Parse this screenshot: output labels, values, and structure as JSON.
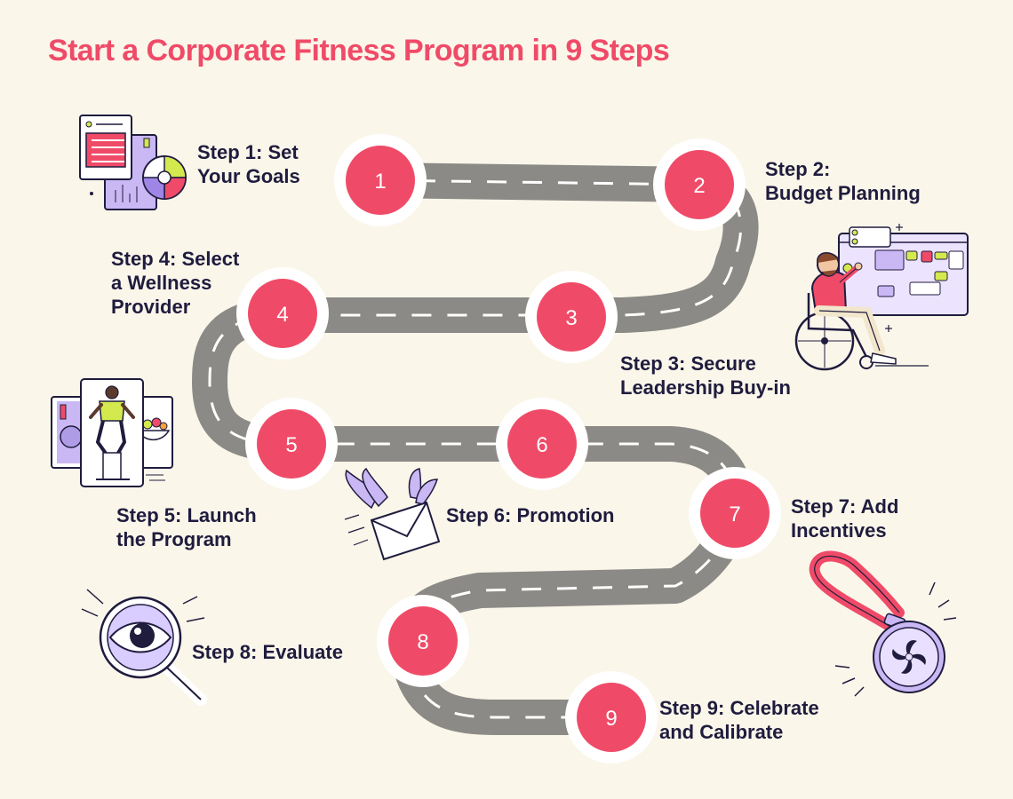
{
  "title": "Start a Corporate Fitness Program in 9 Steps",
  "colors": {
    "background": "#fbf6ea",
    "accent": "#ef4b68",
    "road": "#8b8a86",
    "lavender": "#c9b8f4",
    "text": "#1f1c3e"
  },
  "markers": [
    "1",
    "2",
    "3",
    "4",
    "5",
    "6",
    "7",
    "8",
    "9"
  ],
  "steps": [
    {
      "line1": "Step 1: Set",
      "line2": "Your Goals",
      "icon": "goals-document-chart-icon"
    },
    {
      "line1": "Step 2:",
      "line2": "Budget Planning",
      "icon": ""
    },
    {
      "line1": "Step 3: Secure",
      "line2": "Leadership Buy-in",
      "icon": "presenter-wheelchair-board-icon"
    },
    {
      "line1": "Step 4: Select",
      "line2": "a Wellness",
      "line3": "Provider",
      "icon": ""
    },
    {
      "line1": "Step 5: Launch",
      "line2": "the Program",
      "icon": "fitness-cards-icon"
    },
    {
      "line1": "Step 6: Promotion",
      "icon": "winged-envelope-icon"
    },
    {
      "line1": "Step 7: Add",
      "line2": "Incentives",
      "icon": "medal-icon"
    },
    {
      "line1": "Step 8: Evaluate",
      "icon": "magnifying-glass-eye-icon"
    },
    {
      "line1": "Step 9: Celebrate",
      "line2": "and Calibrate",
      "icon": ""
    }
  ]
}
